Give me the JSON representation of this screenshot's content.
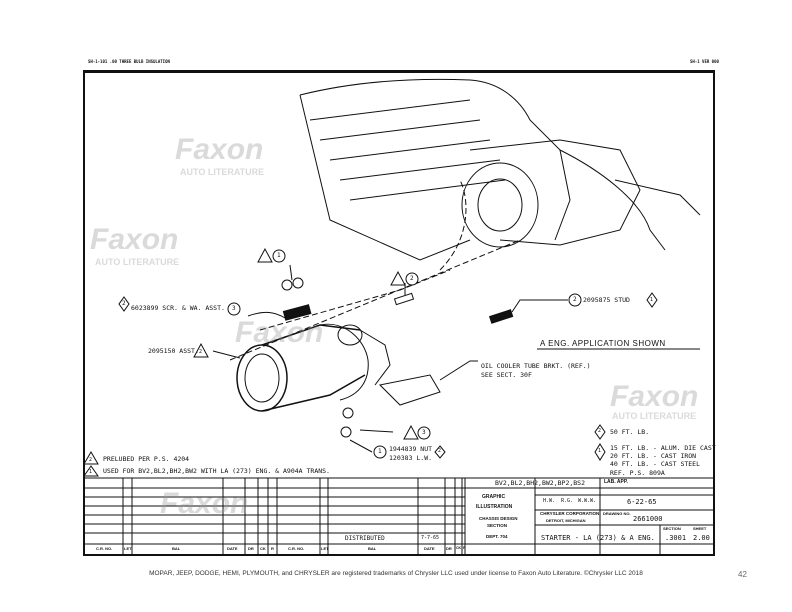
{
  "header": {
    "left": "SH-1-101 .00 THREE BULB INSULATION",
    "right": "SH-1 VER 000"
  },
  "callouts": {
    "note1_ref": "1",
    "screw": "6023899 SCR. & WA. ASST.",
    "screw_num": "3",
    "screw_flag": "2",
    "starter": "2095150 ASST.",
    "starter_flag": "2",
    "upper_flag": "1",
    "mid_flag": "2",
    "stud": "2095875 STUD",
    "stud_num": "2",
    "stud_flag": "1",
    "application": "A ENG. APPLICATION SHOWN",
    "oil_cooler_1": "OIL COOLER TUBE BRKT. (REF.)",
    "oil_cooler_2": "SEE SECT. 30F",
    "lower_num": "3",
    "nut_1": "1944839 NUT",
    "nut_2": "120383 L.W.",
    "nut_num": "1",
    "nut_flag": "2"
  },
  "torque": {
    "flag2": "2",
    "flag2_text": "50 FT. LB.",
    "flag1": "1",
    "lines": [
      "15 FT. LB. - ALUM. DIE CAST",
      "20 FT. LB. - CAST IRON",
      "40 FT. LB. - CAST STEEL"
    ],
    "ref": "REF. P.S. 809A"
  },
  "notes": [
    {
      "flag": "2",
      "text": "PRELUBED PER P.S. 4204"
    },
    {
      "flag": "1",
      "text": "USED FOR BV2,BL2,BH2,BW2 WITH LA (273) ENG. & A904A TRANS."
    }
  ],
  "title_block": {
    "models": "BV2,BL2,BH2,BW2,BP2,BS2",
    "lab_app": "LAB. APP.",
    "graphic": "GRAPHIC",
    "illustration": "ILLUSTRATION",
    "chassis": "CHASSIS DESIGN",
    "section": "SECTION",
    "dept": "DEPT. 704",
    "checkers": [
      "H.W.",
      "R.G.",
      "W.W.W."
    ],
    "date": "6-22-65",
    "company": "CHRYSLER CORPORATION",
    "city": "DETROIT, MICHIGAN",
    "number_label": "DRAWING NO.",
    "number": "2661000",
    "title": "STARTER - LA (273) & A ENG.",
    "section_label": "SECTION",
    "section_no": ".3001",
    "sheet_label": "SHEET",
    "sheet": "2.00",
    "distributed": "DISTRIBUTED",
    "dist_date": "7-7-65",
    "cols_left": [
      "C.R. NO.",
      "LET",
      "BAL",
      "DATE",
      "DR",
      "CK",
      "R"
    ],
    "cols_right": [
      "C.R. NO.",
      "LET",
      "BAL",
      "DATE",
      "DR",
      "CK",
      "R"
    ]
  },
  "watermark": {
    "brand": "Faxon",
    "sub": "AUTO LITERATURE"
  },
  "footer": "MOPAR, JEEP, DODGE, HEMI, PLYMOUTH, and CHRYSLER are registered trademarks of Chrysler LLC used under license to Faxon Auto Literature. ©Chrysler LLC 2018",
  "page_number": "42"
}
